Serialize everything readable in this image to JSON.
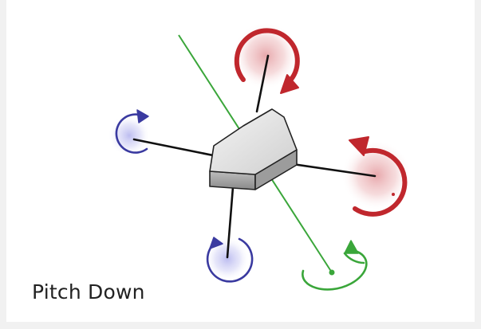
{
  "caption": "Pitch Down",
  "colors": {
    "background": "#ffffff",
    "outer": "#f1f1f1",
    "arm": "#111111",
    "body_fill": "#d8d8d8",
    "body_stroke": "#222222",
    "fast_rotor": "#c0272d",
    "fast_rotor_glow": "#e8a0a4",
    "slow_rotor": "#3a3aa0",
    "slow_rotor_glow": "#b8b8ee",
    "pitch_axis": "#3aa63a"
  },
  "rotors": [
    {
      "id": "top-right",
      "speed": "fast",
      "color": "red"
    },
    {
      "id": "right",
      "speed": "fast",
      "color": "red"
    },
    {
      "id": "left",
      "speed": "slow",
      "color": "blue"
    },
    {
      "id": "bottom",
      "speed": "slow",
      "color": "blue"
    }
  ],
  "icons": [
    "rotor-rotation-arrow-icon",
    "pitch-rotation-arrow-icon"
  ]
}
